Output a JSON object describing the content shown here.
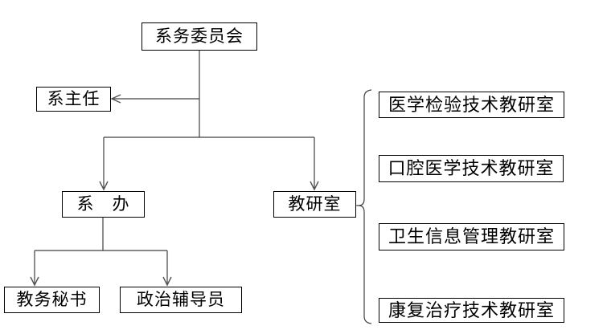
{
  "diagram": {
    "type": "org-chart",
    "nodes": {
      "committee": {
        "label": "系务委员会"
      },
      "director": {
        "label": "系主任"
      },
      "office": {
        "label": "系　办"
      },
      "research": {
        "label": "教研室"
      },
      "secretary": {
        "label": "教务秘书"
      },
      "counselor": {
        "label": "政治辅导员"
      },
      "branch1": {
        "label": "医学检验技术教研室"
      },
      "branch2": {
        "label": "口腔医学技术教研室"
      },
      "branch3": {
        "label": "卫生信息管理教研室"
      },
      "branch4": {
        "label": "康复治疗技术教研室"
      }
    },
    "edges": [
      {
        "from": "committee",
        "to": "director",
        "style": "arrow-left"
      },
      {
        "from": "committee",
        "to": "office",
        "style": "arrow-down"
      },
      {
        "from": "committee",
        "to": "research",
        "style": "arrow-down"
      },
      {
        "from": "office",
        "to": "secretary",
        "style": "arrow-down"
      },
      {
        "from": "office",
        "to": "counselor",
        "style": "arrow-down"
      },
      {
        "from": "research",
        "to": "branch-group",
        "style": "brace"
      }
    ],
    "colors": {
      "background": "#ffffff",
      "box_border": "#000000",
      "box_fill": "#ffffff",
      "text": "#000000",
      "line": "#404040",
      "arrowhead": "#555555"
    }
  }
}
